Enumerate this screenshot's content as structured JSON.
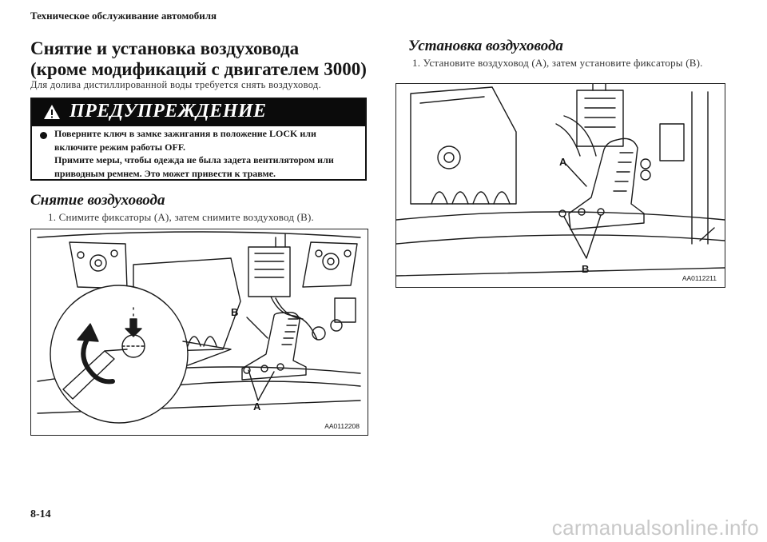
{
  "header": {
    "running_title": "Техническое обслуживание автомобиля"
  },
  "section": {
    "title_line1": "Снятие и установка воздуховода",
    "title_line2": "(кроме модификаций с двигателем 3000)",
    "intro": "Для долива дистиллированной воды требуется снять воздуховод."
  },
  "warning": {
    "title": "ПРЕДУПРЕЖДЕНИЕ",
    "lines": [
      "Поверните ключ в замке зажигания в положение LOCK или",
      "включите режим работы OFF.",
      "Примите меры, чтобы одежда не была задета вентилятором или",
      "приводным ремнем. Это может привести к травме."
    ]
  },
  "removal": {
    "heading": "Снятие воздуховода",
    "step": "1. Снимите фиксаторы (A), затем снимите воздуховод (B).",
    "figure": {
      "label_a": "A",
      "label_b": "B",
      "code": "AA0112208"
    }
  },
  "installation": {
    "heading": "Установка воздуховода",
    "step": "1. Установите воздуховод (A), затем установите фиксаторы (B).",
    "figure": {
      "label_a": "A",
      "label_b": "B",
      "code": "AA0112211"
    }
  },
  "footer": {
    "page_number": "8-14",
    "watermark": "carmanualsonline.info"
  }
}
